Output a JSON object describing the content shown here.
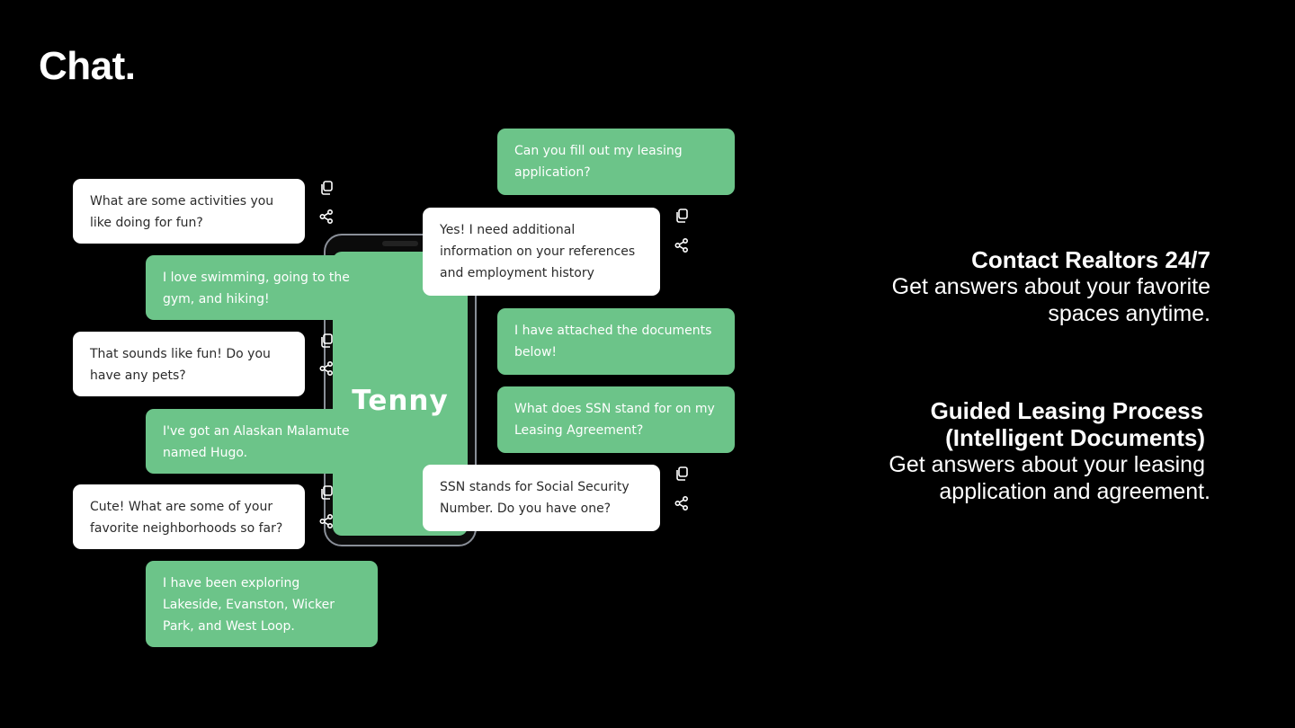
{
  "slide": {
    "title": "Chat."
  },
  "phone": {
    "logo": "Tenny"
  },
  "left_messages": [
    {
      "text": "What are some activities you like doing for fun?",
      "style": "white"
    },
    {
      "text": "I love swimming, going to the gym, and hiking!",
      "style": "green"
    },
    {
      "text": "That sounds like fun! Do you have any pets?",
      "style": "white"
    },
    {
      "text": "I've got an Alaskan Malamute named Hugo.",
      "style": "green"
    },
    {
      "text": "Cute! What are some of your favorite neighborhoods so far?",
      "style": "white"
    },
    {
      "text": "I have been exploring Lakeside, Evanston, Wicker Park, and West Loop.",
      "style": "green"
    }
  ],
  "right_messages": [
    {
      "text": "Can you fill out my leasing application?",
      "style": "green"
    },
    {
      "text": "Yes! I need additional information on your references and employment history",
      "style": "white"
    },
    {
      "text": "I have attached the documents below!",
      "style": "green"
    },
    {
      "text": "What does SSN stand for on my Leasing Agreement?",
      "style": "green"
    },
    {
      "text": "SSN stands for Social Security Number. Do you have one?",
      "style": "white"
    }
  ],
  "icons": {
    "copy": "copy-icon",
    "share": "share-icon"
  },
  "features": [
    {
      "title": "Contact Realtors 24/7",
      "desc_line1": "Get answers about your favorite",
      "desc_line2": "spaces anytime."
    },
    {
      "title_line1": "Guided Leasing Process",
      "title_line2": "(Intelligent Documents)",
      "desc_line1": "Get answers about your leasing",
      "desc_line2": "application and agreement."
    }
  ],
  "colors": {
    "background": "#000000",
    "bubble_green": "#6cc489",
    "bubble_white": "#ffffff",
    "text_dark": "#2b2b2b"
  }
}
